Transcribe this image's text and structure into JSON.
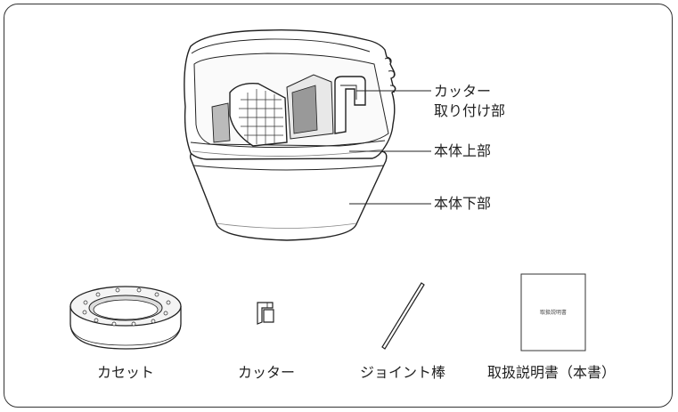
{
  "callouts": {
    "cutter_mount": [
      "カッター",
      "取り付け部"
    ],
    "body_upper": "本体上部",
    "body_lower": "本体下部"
  },
  "accessories": {
    "cassette": "カセット",
    "cutter": "カッター",
    "joint_rod": "ジョイント棒",
    "manual": "取扱説明書（本書）",
    "manual_cover": "取扱説明書"
  }
}
